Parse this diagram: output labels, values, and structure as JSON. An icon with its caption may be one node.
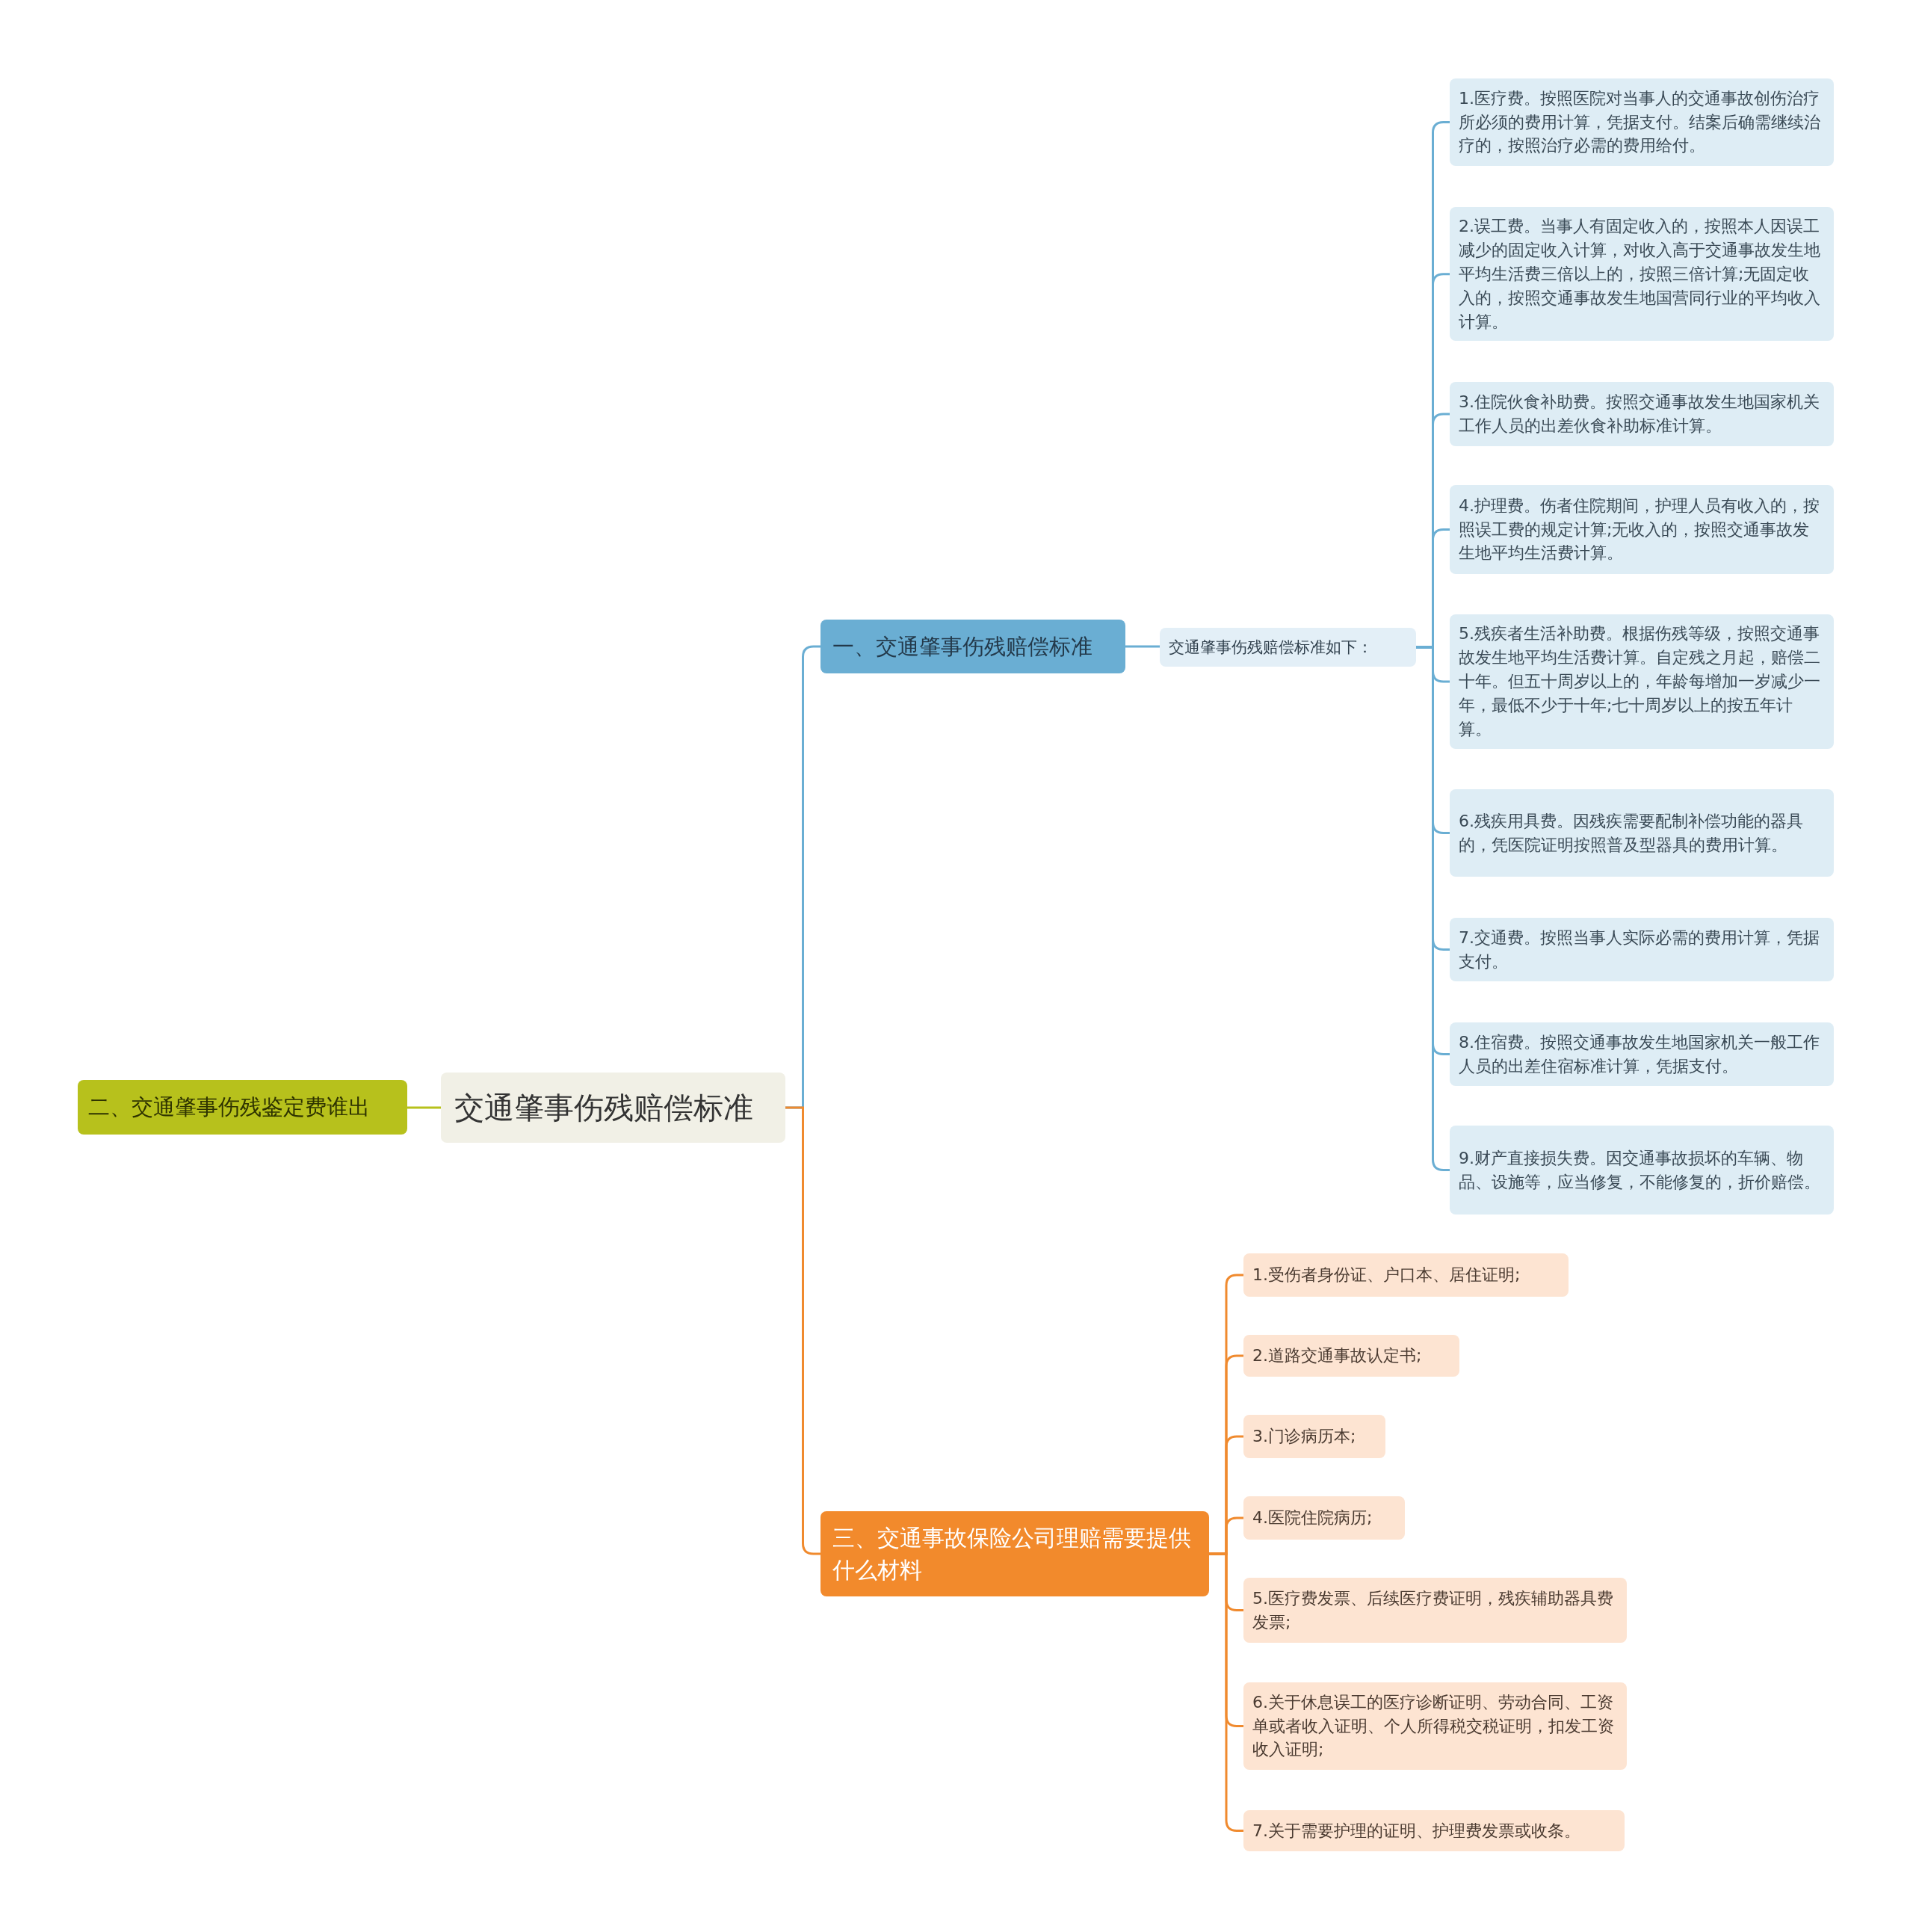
{
  "diagram": {
    "nodes": [
      {
        "text": [
          "交通肇事伤残赔偿标准"
        ]
      },
      {
        "text": [
          "一、交通肇事伤残赔偿标准"
        ]
      },
      {
        "text": [
          "交通肇事伤残赔偿标准如下："
        ]
      },
      {
        "text": [
          "1.医疗费。按照医院对当事人的交通事故创伤治疗所必须的费用计算，凭据支付。结案后确需继续治疗的，按照治疗必需的费用给付。"
        ]
      },
      {
        "text": [
          "2.误工费。当事人有固定收入的，按照本人因误工减少的固定收入计算，对收入高于交通事故发生地平均生活费三倍以上的，按照三倍计算;无固定收入的，按照交通事故发生地国营同行业的平均收入计算。"
        ]
      },
      {
        "text": [
          "3.住院伙食补助费。按照交通事故发生地国家机关工作人员的出差伙食补助标准计算。"
        ]
      },
      {
        "text": [
          "4.护理费。伤者住院期间，护理人员有收入的，按照误工费的规定计算;无收入的，按照交通事故发生地平均生活费计算。"
        ]
      },
      {
        "text": [
          "5.残疾者生活补助费。根据伤残等级，按照交通事故发生地平均生活费计算。自定残之月起，赔偿二十年。但五十周岁以上的，年龄每增加一岁减少一年，最低不少于十年;七十周岁以上的按五年计算。"
        ]
      },
      {
        "text": [
          "6.残疾用具费。因残疾需要配制补偿功能的器具的，凭医院证明按照普及型器具的费用计算。"
        ]
      },
      {
        "text": [
          "7.交通费。按照当事人实际必需的费用计算，凭据支付。"
        ]
      },
      {
        "text": [
          "8.住宿费。按照交通事故发生地国家机关一般工作人员的出差住宿标准计算，凭据支付。"
        ]
      },
      {
        "text": [
          "9.财产直接损失费。因交通事故损坏的车辆、物品、设施等，应当修复，不能修复的，折价赔偿。"
        ]
      },
      {
        "text": [
          "二、交通肇事伤残鉴定费谁出"
        ]
      },
      {
        "text": [
          "三、交通事故保险公司理赔需要提供什么材料"
        ]
      },
      {
        "text": [
          "1.受伤者身份证、户口本、居住证明;"
        ]
      },
      {
        "text": [
          "2.道路交通事故认定书;"
        ]
      },
      {
        "text": [
          "3.门诊病历本;"
        ]
      },
      {
        "text": [
          "4.医院住院病历;"
        ]
      },
      {
        "text": [
          "5.医疗费发票、后续医疗费证明，残疾辅助器具费发票;"
        ]
      },
      {
        "text": [
          "6.关于休息误工的医疗诊断证明、劳动合同、工资单或者收入证明、个人所得税交税证明，扣发工资收入证明;"
        ]
      },
      {
        "text": [
          "7.关于需要护理的证明、护理费发票或收条。"
        ]
      }
    ],
    "edges": [
      {
        "from": 0,
        "to": 1,
        "arrow": "none"
      },
      {
        "from": 1,
        "to": 2,
        "arrow": "none"
      },
      {
        "from": 2,
        "to": 3,
        "arrow": "none"
      },
      {
        "from": 2,
        "to": 4,
        "arrow": "none"
      },
      {
        "from": 2,
        "to": 5,
        "arrow": "none"
      },
      {
        "from": 2,
        "to": 6,
        "arrow": "none"
      },
      {
        "from": 2,
        "to": 7,
        "arrow": "none"
      },
      {
        "from": 2,
        "to": 8,
        "arrow": "none"
      },
      {
        "from": 2,
        "to": 9,
        "arrow": "none"
      },
      {
        "from": 2,
        "to": 10,
        "arrow": "none"
      },
      {
        "from": 2,
        "to": 11,
        "arrow": "none"
      },
      {
        "from": 0,
        "to": 12,
        "arrow": "none",
        "color": "#b7c11c"
      },
      {
        "from": 0,
        "to": 13,
        "arrow": "none",
        "color": "#f08a2e"
      },
      {
        "from": 13,
        "to": 14,
        "arrow": "none",
        "color": "#f08a2e"
      },
      {
        "from": 13,
        "to": 15,
        "arrow": "none",
        "color": "#f08a2e"
      },
      {
        "from": 13,
        "to": 16,
        "arrow": "none",
        "color": "#f08a2e"
      },
      {
        "from": 13,
        "to": 17,
        "arrow": "none",
        "color": "#f08a2e"
      },
      {
        "from": 13,
        "to": 18,
        "arrow": "none",
        "color": "#f08a2e"
      },
      {
        "from": 13,
        "to": 19,
        "arrow": "none",
        "color": "#f08a2e"
      },
      {
        "from": 13,
        "to": 20,
        "arrow": "none",
        "color": "#f08a2e"
      }
    ]
  }
}
